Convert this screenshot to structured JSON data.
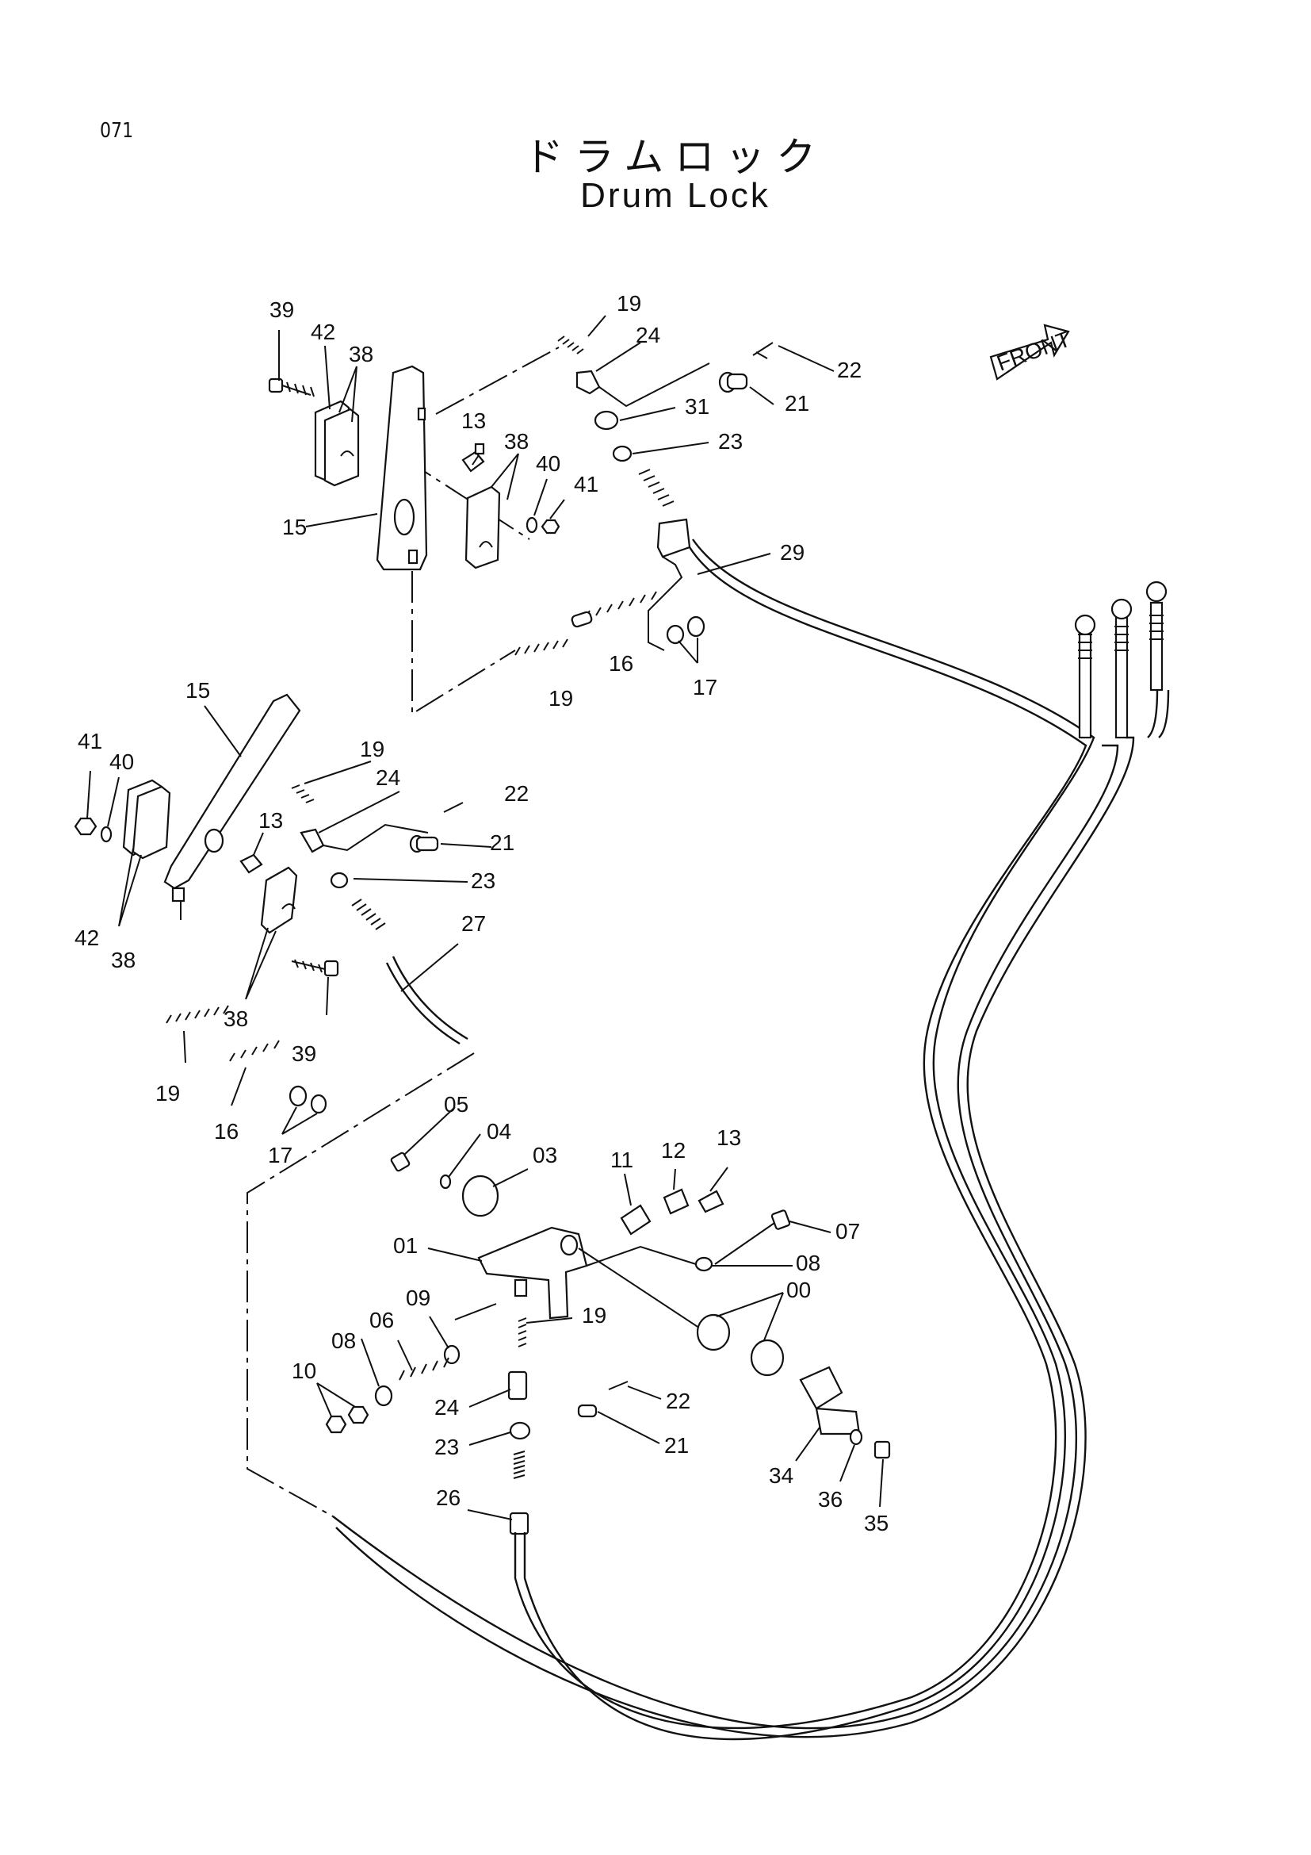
{
  "page": {
    "number": "071"
  },
  "title": {
    "japanese": "ドラムロック",
    "english": "Drum Lock"
  },
  "badge": {
    "front": "FRONT"
  },
  "callouts": {
    "a39": "39",
    "a42": "42",
    "a38": "38",
    "a15": "15",
    "a13": "13",
    "a38b": "38",
    "a40": "40",
    "a41": "41",
    "a19": "19",
    "a24": "24",
    "a22": "22",
    "a21": "21",
    "a31": "31",
    "a23": "23",
    "a29": "29",
    "a16": "16",
    "a17": "17",
    "a19b": "19",
    "b15": "15",
    "b41": "41",
    "b40": "40",
    "b19": "19",
    "b24": "24",
    "b22": "22",
    "b21": "21",
    "b13": "13",
    "b23": "23",
    "b27": "27",
    "b42": "42",
    "b38": "38",
    "b38b": "38",
    "b39": "39",
    "b19b": "19",
    "b16": "16",
    "b17": "17",
    "c05": "05",
    "c04": "04",
    "c03": "03",
    "c11": "11",
    "c12": "12",
    "c13": "13",
    "c07": "07",
    "c01": "01",
    "c08": "08",
    "c09": "09",
    "c06": "06",
    "c08b": "08",
    "c10": "10",
    "c19": "19",
    "c00": "00",
    "c22": "22",
    "c24": "24",
    "c21": "21",
    "c23": "23",
    "c34": "34",
    "c36": "36",
    "c35": "35",
    "c26": "26"
  }
}
